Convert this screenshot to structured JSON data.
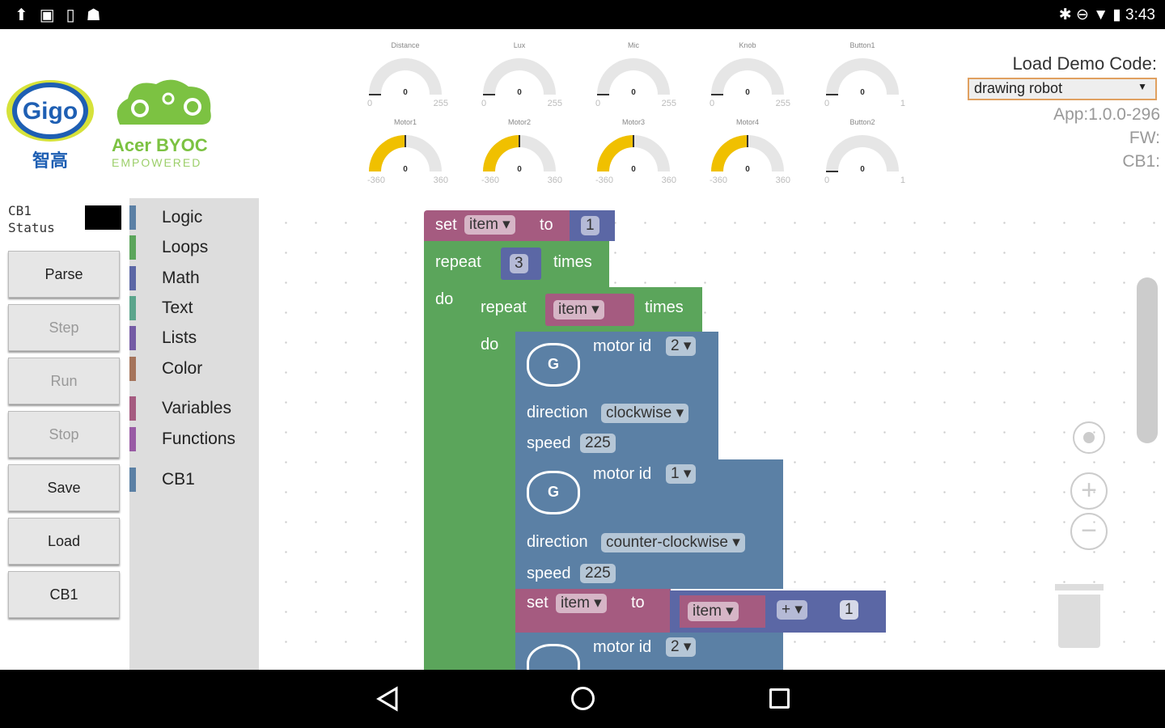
{
  "status_bar": {
    "left_icons": [
      "person-icon",
      "image-icon",
      "phone-icon",
      "android-icon"
    ],
    "time": "3:43",
    "right_icons": [
      "bluetooth-icon",
      "dnd-icon",
      "wifi-icon",
      "battery-icon"
    ]
  },
  "logos": {
    "gigo_text": "Gigo",
    "gigo_cn": "智高",
    "acer": "Acer BYOC",
    "acer_sub": "EMPOWERED"
  },
  "gauges": [
    {
      "label": "Distance",
      "value": 0,
      "min": 0,
      "max": 255
    },
    {
      "label": "Lux",
      "value": 0,
      "min": 0,
      "max": 255
    },
    {
      "label": "Mic",
      "value": 0,
      "min": 0,
      "max": 255
    },
    {
      "label": "Knob",
      "value": 0,
      "min": 0,
      "max": 255
    },
    {
      "label": "Button1",
      "value": 0,
      "min": 0,
      "max": 1
    },
    {
      "label": "Motor1",
      "value": 0,
      "min": -360,
      "max": 360
    },
    {
      "label": "Motor2",
      "value": 0,
      "min": -360,
      "max": 360
    },
    {
      "label": "Motor3",
      "value": 0,
      "min": -360,
      "max": 360
    },
    {
      "label": "Motor4",
      "value": 0,
      "min": -360,
      "max": 360
    },
    {
      "label": "Button2",
      "value": 0,
      "min": 0,
      "max": 1
    }
  ],
  "demo": {
    "label": "Load Demo Code:",
    "selected": "drawing robot",
    "app": "App:1.0.0-296",
    "fw": "FW:",
    "cb1": "CB1:"
  },
  "cb1_status": {
    "label_line1": "CB1",
    "label_line2": "Status"
  },
  "buttons": [
    {
      "label": "Parse",
      "enabled": true
    },
    {
      "label": "Step",
      "enabled": false
    },
    {
      "label": "Run",
      "enabled": false
    },
    {
      "label": "Stop",
      "enabled": false
    },
    {
      "label": "Save",
      "enabled": true
    },
    {
      "label": "Load",
      "enabled": true
    },
    {
      "label": "CB1",
      "enabled": true
    }
  ],
  "categories": [
    {
      "label": "Logic",
      "color": "#5b80a5"
    },
    {
      "label": "Loops",
      "color": "#5ba55b"
    },
    {
      "label": "Math",
      "color": "#5b67a5"
    },
    {
      "label": "Text",
      "color": "#5ba58c"
    },
    {
      "label": "Lists",
      "color": "#745ba5"
    },
    {
      "label": "Color",
      "color": "#a5745b"
    },
    {
      "label": "Variables",
      "color": "#a55b80"
    },
    {
      "label": "Functions",
      "color": "#995ba5"
    },
    {
      "label": "CB1",
      "color": "#5b80a5"
    }
  ],
  "blocks": {
    "set1": {
      "set": "set",
      "var": "item ▾",
      "to": "to",
      "num": "1"
    },
    "repeat1": {
      "repeat": "repeat",
      "count": "3",
      "times": "times",
      "do": "do"
    },
    "repeat2": {
      "repeat": "repeat",
      "var": "item ▾",
      "times": "times",
      "do": "do"
    },
    "motor1": {
      "motor": "motor id",
      "id": "2 ▾",
      "direction": "direction",
      "dir_val": "clockwise ▾",
      "speed": "speed",
      "speed_val": "225"
    },
    "motor2": {
      "motor": "motor id",
      "id": "1 ▾",
      "direction": "direction",
      "dir_val": "counter-clockwise ▾",
      "speed": "speed",
      "speed_val": "225"
    },
    "set2": {
      "set": "set",
      "var": "item ▾",
      "to": "to",
      "var2": "item ▾",
      "op": "+ ▾",
      "num": "1"
    },
    "motor3": {
      "motor": "motor id",
      "id": "2 ▾"
    }
  }
}
